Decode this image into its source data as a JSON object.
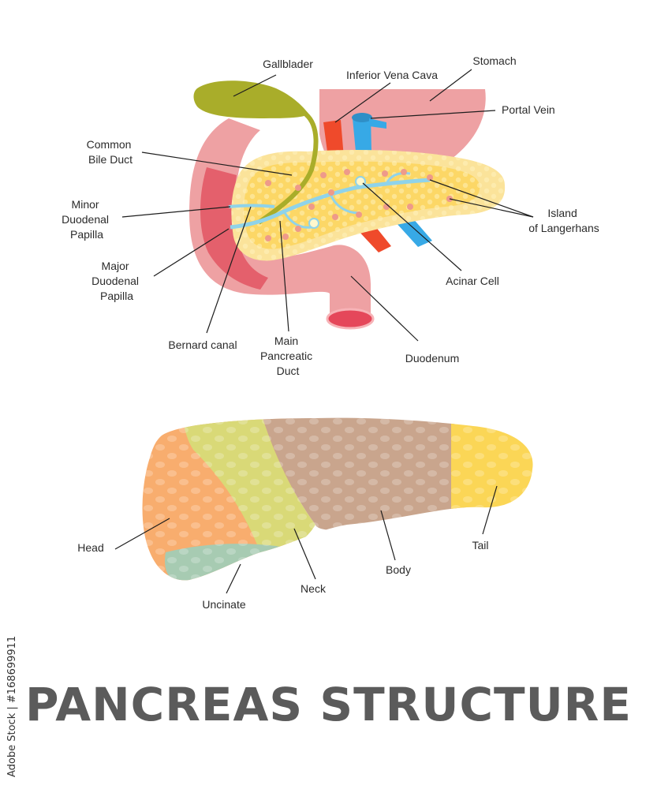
{
  "title": "PANCREAS STRUCTURE",
  "stock_credit": "Adobe Stock | #168699911",
  "top_diagram": {
    "labels": {
      "gallbladder": "Gallblader",
      "inferior_vena_cava": "Inferior Vena Cava",
      "stomach": "Stomach",
      "portal_vein": "Portal Vein",
      "common_bile_duct": [
        "Common",
        "Bile Duct"
      ],
      "minor_duodenal_papilla": [
        "Minor",
        "Duodenal",
        "Papilla"
      ],
      "island_of_langerhans": [
        "Island",
        "of Langerhans"
      ],
      "major_duodenal_papilla": [
        "Major",
        "Duodenal",
        "Papilla"
      ],
      "acinar_cell": "Acinar Cell",
      "bernard_canal": "Bernard canal",
      "main_pancreatic_duct": [
        "Main",
        "Pancreatic",
        "Duct"
      ],
      "duodenum": "Duodenum"
    }
  },
  "bottom_diagram": {
    "labels": {
      "head": "Head",
      "tail": "Tail",
      "body": "Body",
      "neck": "Neck",
      "uncinate": "Uncinate"
    }
  },
  "colors": {
    "gallbladder": "#a9ad2a",
    "stomach": "#eea1a3",
    "duodenum_inner": "#e25563",
    "pancreas": "#fcd766",
    "pancreas_edge": "#fbe39a",
    "duct": "#8fd3ea",
    "vena_cava": "#ef4a2b",
    "portal_vein": "#37a9e6",
    "head": "#f8ad6e",
    "neck": "#d9d977",
    "body": "#c9a58d",
    "tail": "#fbd656",
    "uncinate": "#a7cbb2",
    "title": "#5b5b5b"
  }
}
